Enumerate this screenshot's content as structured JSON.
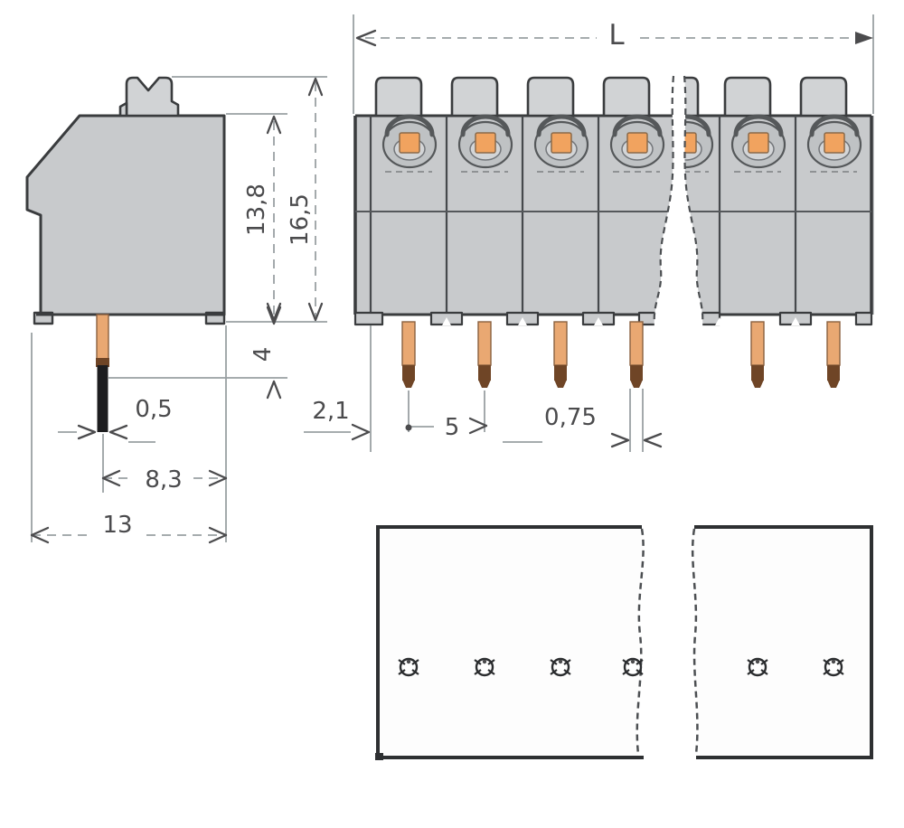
{
  "drawing": {
    "side_view": {
      "labels": {
        "body_height": "13,8",
        "total_height": "16,5",
        "pin_setback": "4",
        "pin_thickness": "0,5",
        "pin_to_edge": "8,3",
        "total_depth": "13"
      }
    },
    "front_view": {
      "labels": {
        "total_length": "L",
        "edge_to_first_pin": "2,1",
        "pin_pitch": "5",
        "pin_width": "0,75"
      }
    },
    "colors": {
      "body_fill": "#c8cacc",
      "tab_fill": "#d1d3d5",
      "outline": "#3a3c3e",
      "clamp_ring": "#55585a",
      "conductor_orange": "#f1a35f",
      "pin_copper": "#e9a872",
      "pin_tip": "#6f4526",
      "dimension_line": "#9aa0a3",
      "dimension_text": "#4b4b4d"
    }
  }
}
